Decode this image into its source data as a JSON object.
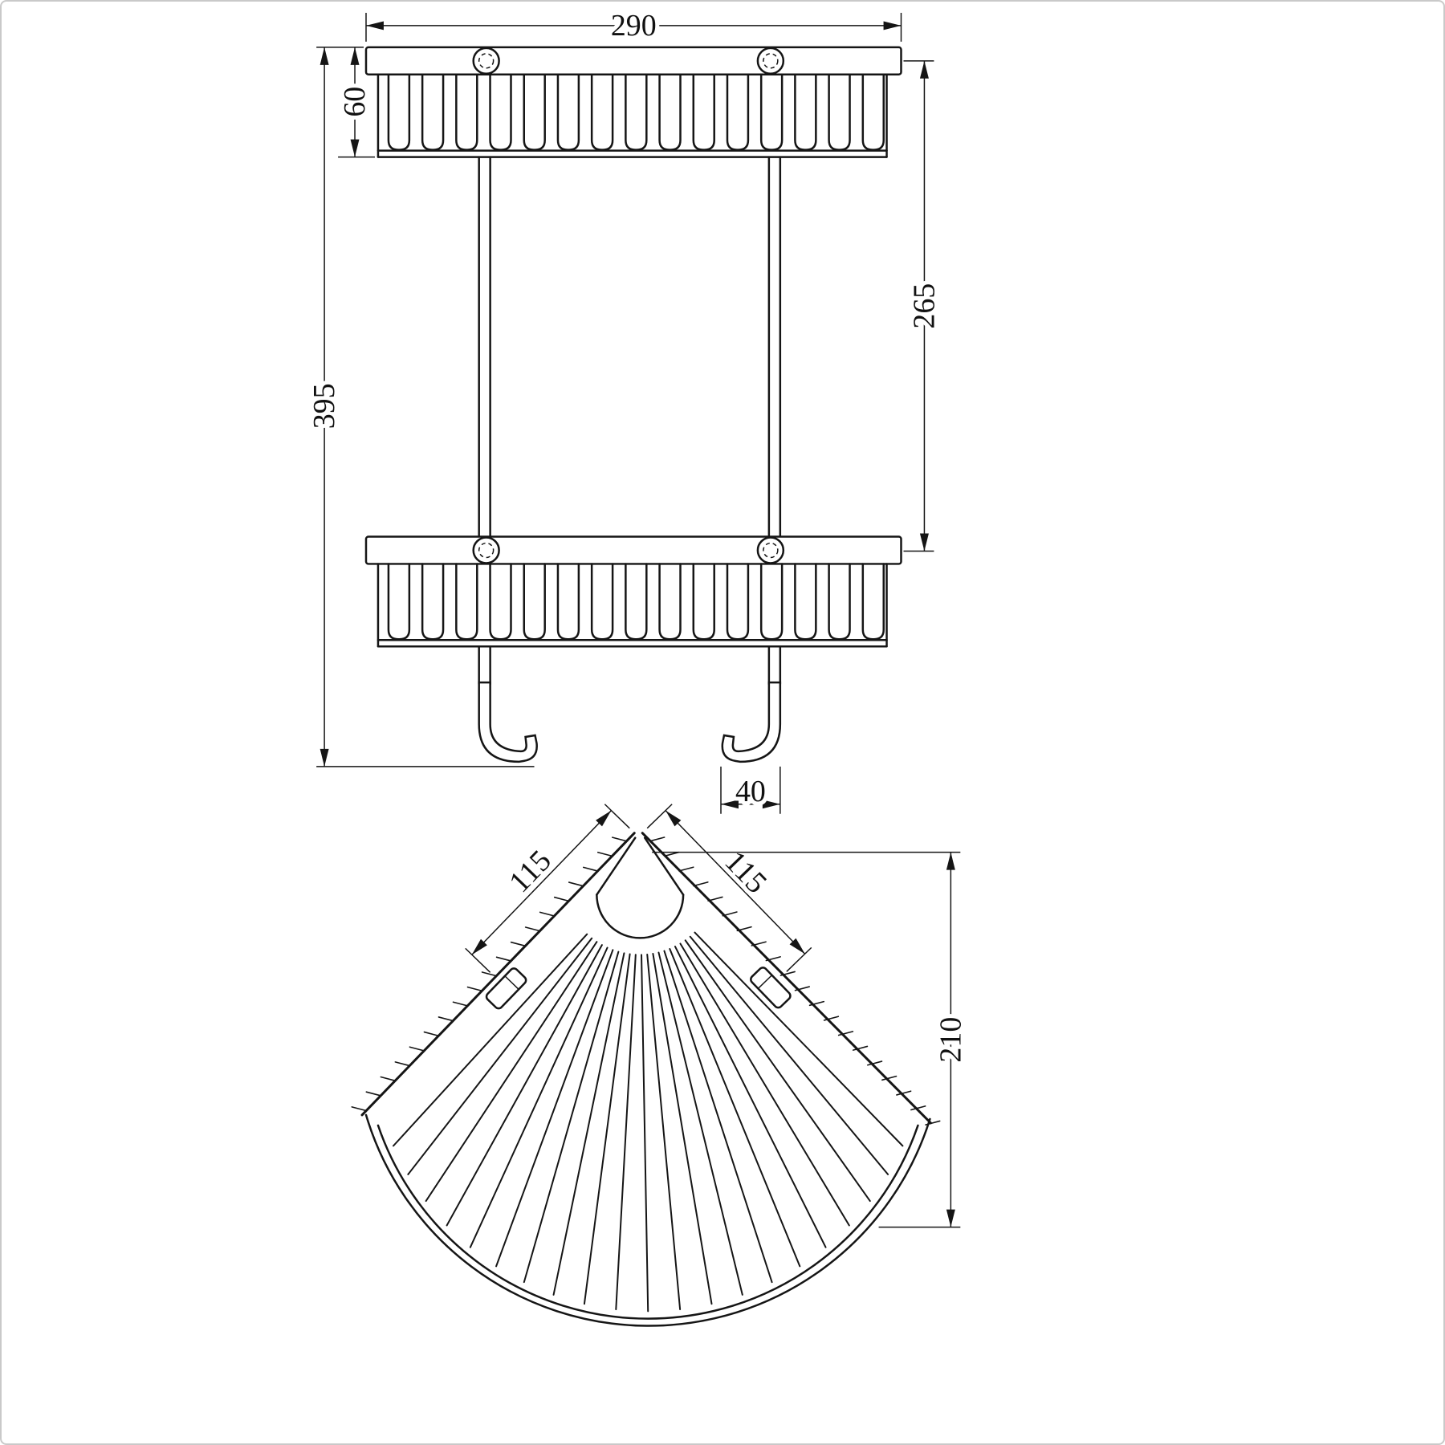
{
  "dimensions": {
    "front": {
      "width": "290",
      "basket_height": "60",
      "total_height": "395",
      "tier_spacing": "265",
      "hook_depth": "40"
    },
    "plan": {
      "side_left": "115",
      "side_right": "115",
      "depth": "210"
    }
  },
  "colors": {
    "line": "#151515",
    "background": "#ffffff"
  }
}
